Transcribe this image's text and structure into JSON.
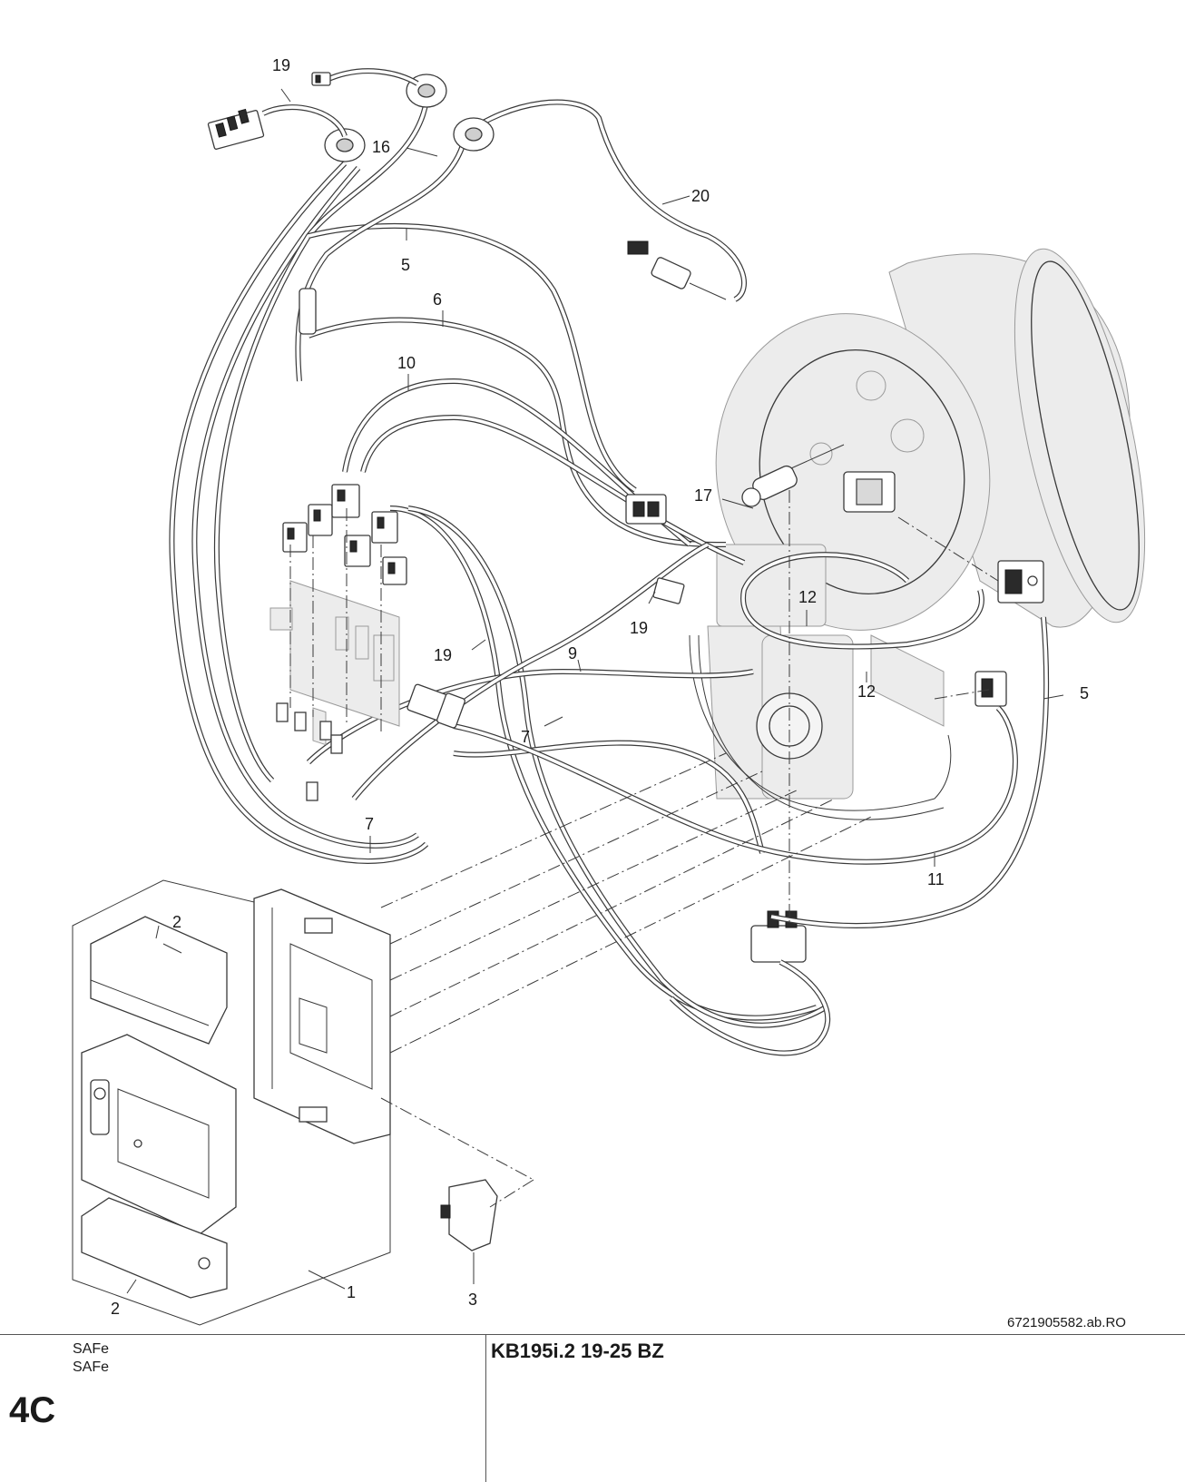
{
  "diagram": {
    "callouts": {
      "c1": "1",
      "c2a": "2",
      "c2b": "2",
      "c3": "3",
      "c5a": "5",
      "c5b": "5",
      "c6": "6",
      "c7a": "7",
      "c7b": "7",
      "c9": "9",
      "c10": "10",
      "c11": "11",
      "c12a": "12",
      "c12b": "12",
      "c16": "16",
      "c17": "17",
      "c19a": "19",
      "c19b": "19",
      "c19c": "19",
      "c20": "20"
    },
    "drawing_code": "6721905582.ab.RO"
  },
  "footer": {
    "name_line_1": "SAFe",
    "name_line_2": "SAFe",
    "section_code": "4C",
    "model": "KB195i.2 19-25 BZ"
  }
}
